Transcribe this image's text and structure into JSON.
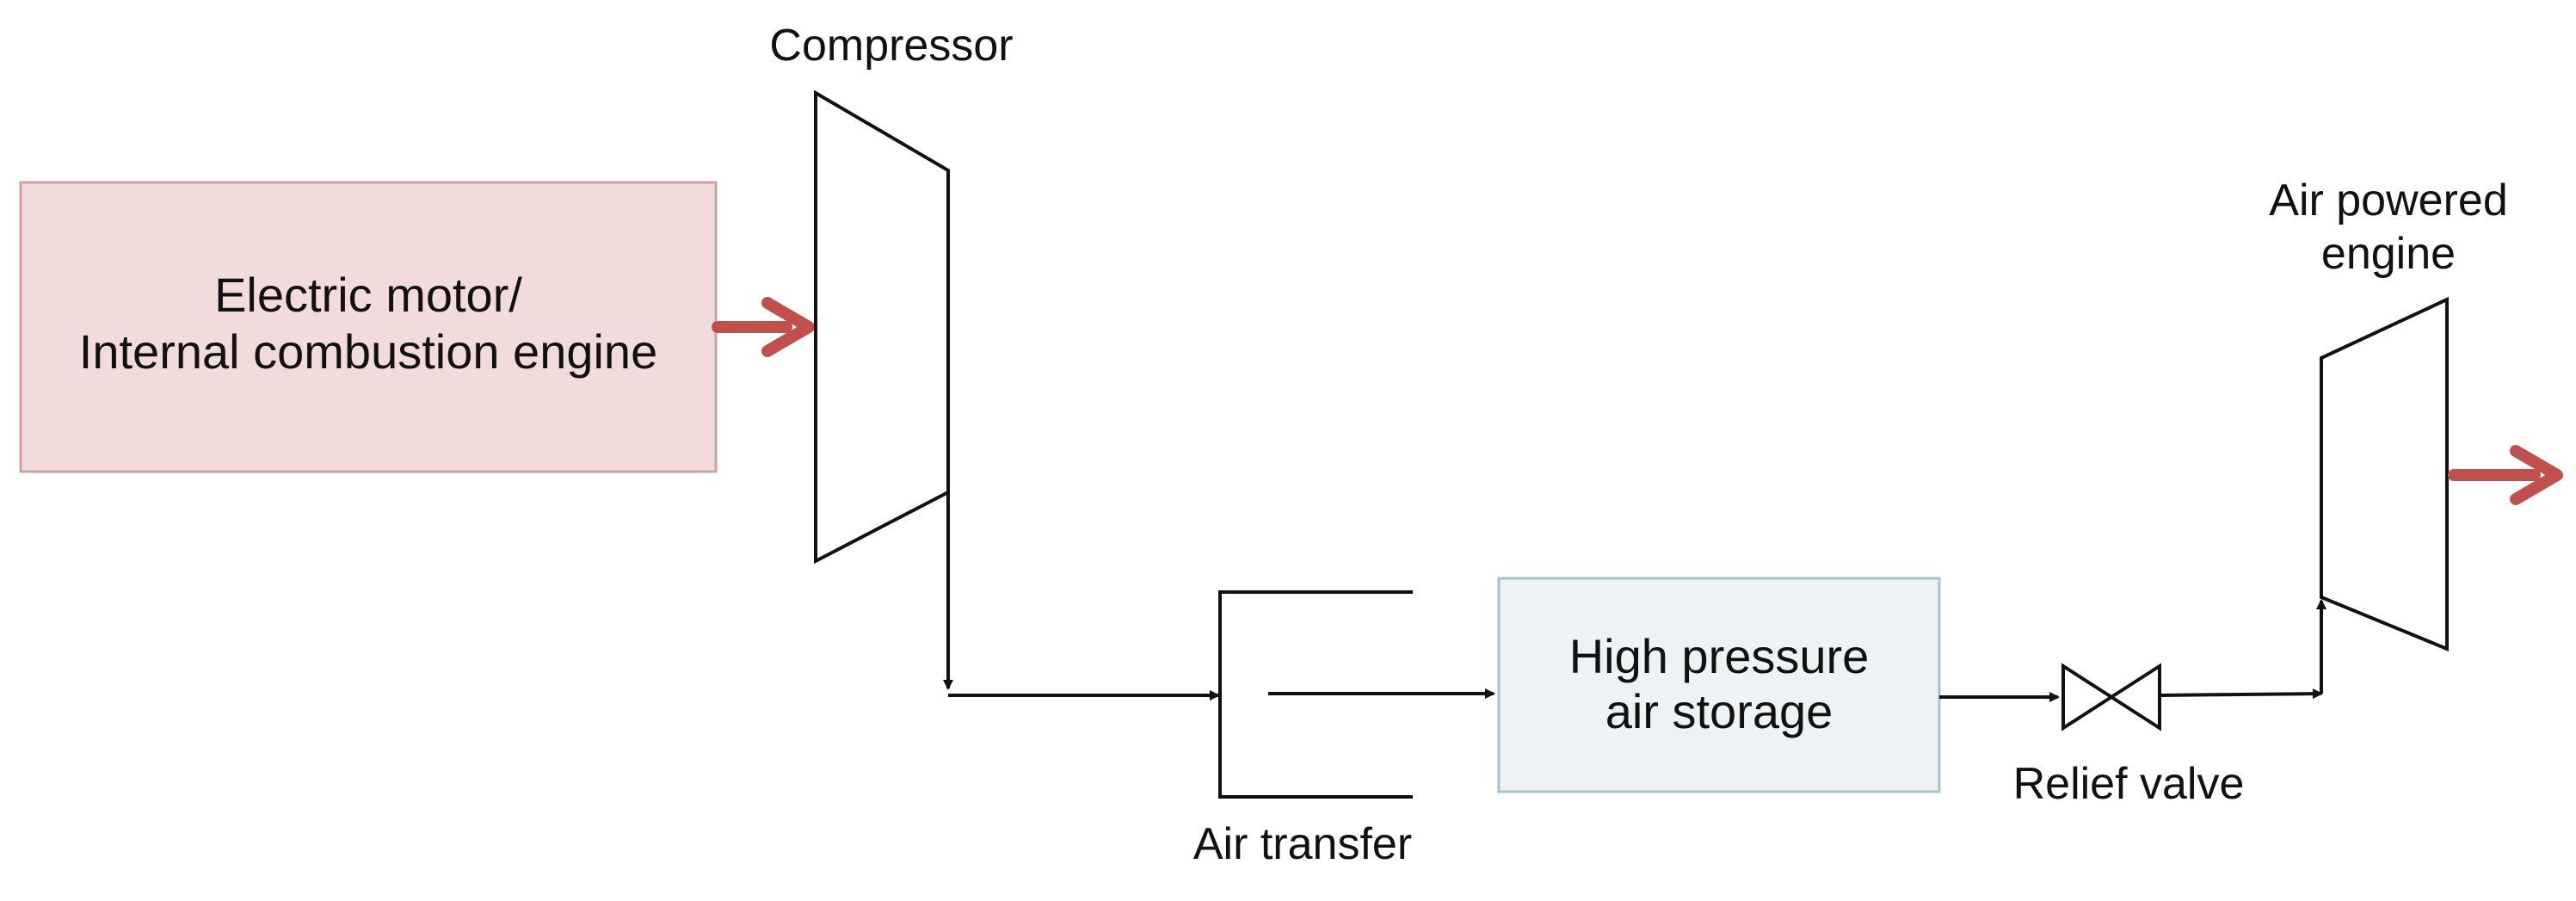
{
  "diagram": {
    "source_box": {
      "line1": "Electric motor/",
      "line2": "Internal combustion engine",
      "fill": "#f2dcdb",
      "border": "#c9a3a3"
    },
    "compressor": {
      "label": "Compressor"
    },
    "air_transfer": {
      "label": "Air transfer"
    },
    "storage_box": {
      "line1": "High pressure",
      "line2": "air storage",
      "fill": "#edf3f5",
      "border": "#a9c1c8"
    },
    "relief_valve": {
      "label": "Relief valve"
    },
    "air_engine": {
      "line1": "Air powered",
      "line2": "engine"
    },
    "colors": {
      "power_arrow": "#c0504d",
      "line": "#111111"
    }
  }
}
